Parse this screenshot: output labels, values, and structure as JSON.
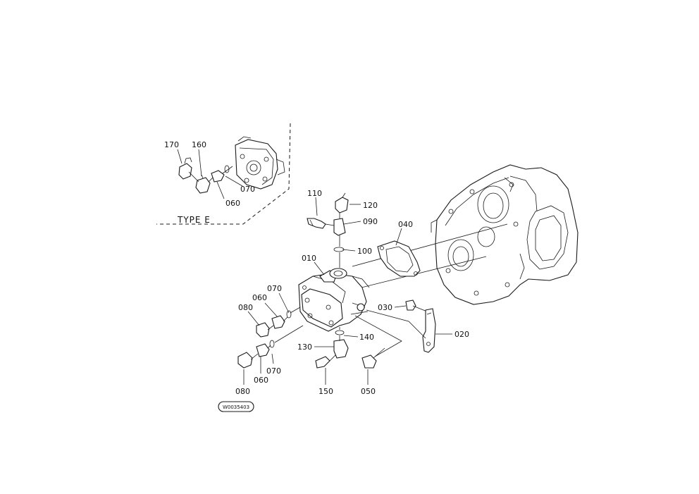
{
  "type_label": "TYPE E",
  "stamp_code": "W0035403",
  "parts": [
    {
      "id": "p170a",
      "label": "170"
    },
    {
      "id": "p160a",
      "label": "160"
    },
    {
      "id": "p070a",
      "label": "070"
    },
    {
      "id": "p060a",
      "label": "060"
    },
    {
      "id": "p110",
      "label": "110"
    },
    {
      "id": "p120",
      "label": "120"
    },
    {
      "id": "p090",
      "label": "090"
    },
    {
      "id": "p040",
      "label": "040"
    },
    {
      "id": "p100",
      "label": "100"
    },
    {
      "id": "p010",
      "label": "010"
    },
    {
      "id": "p070b",
      "label": "070"
    },
    {
      "id": "p060b",
      "label": "060"
    },
    {
      "id": "p080b",
      "label": "080"
    },
    {
      "id": "p030",
      "label": "030"
    },
    {
      "id": "p020",
      "label": "020"
    },
    {
      "id": "p140",
      "label": "140"
    },
    {
      "id": "p130",
      "label": "130"
    },
    {
      "id": "p070c",
      "label": "070"
    },
    {
      "id": "p080c",
      "label": "080"
    },
    {
      "id": "p060c",
      "label": "060"
    },
    {
      "id": "p150",
      "label": "150"
    },
    {
      "id": "p050",
      "label": "050"
    }
  ]
}
